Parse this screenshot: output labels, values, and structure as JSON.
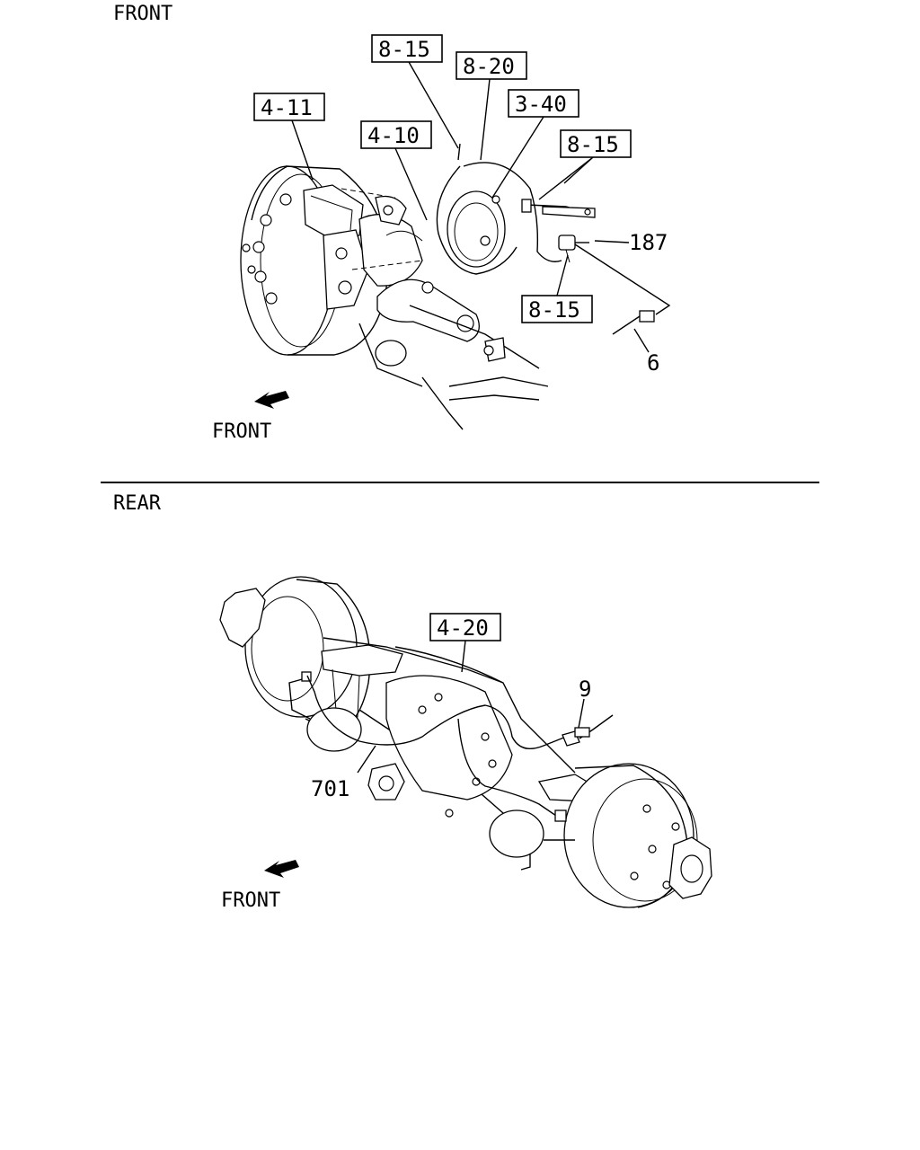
{
  "sections": {
    "front": {
      "title": "FRONT",
      "direction_label": "FRONT",
      "ref_boxes": [
        "8-15",
        "8-20",
        "3-40",
        "4-11",
        "4-10",
        "8-15",
        "8-15"
      ],
      "part_numbers": [
        "187",
        "6"
      ]
    },
    "rear": {
      "title": "REAR",
      "direction_label": "FRONT",
      "ref_boxes": [
        "4-20"
      ],
      "part_numbers": [
        "9",
        "701"
      ]
    }
  }
}
